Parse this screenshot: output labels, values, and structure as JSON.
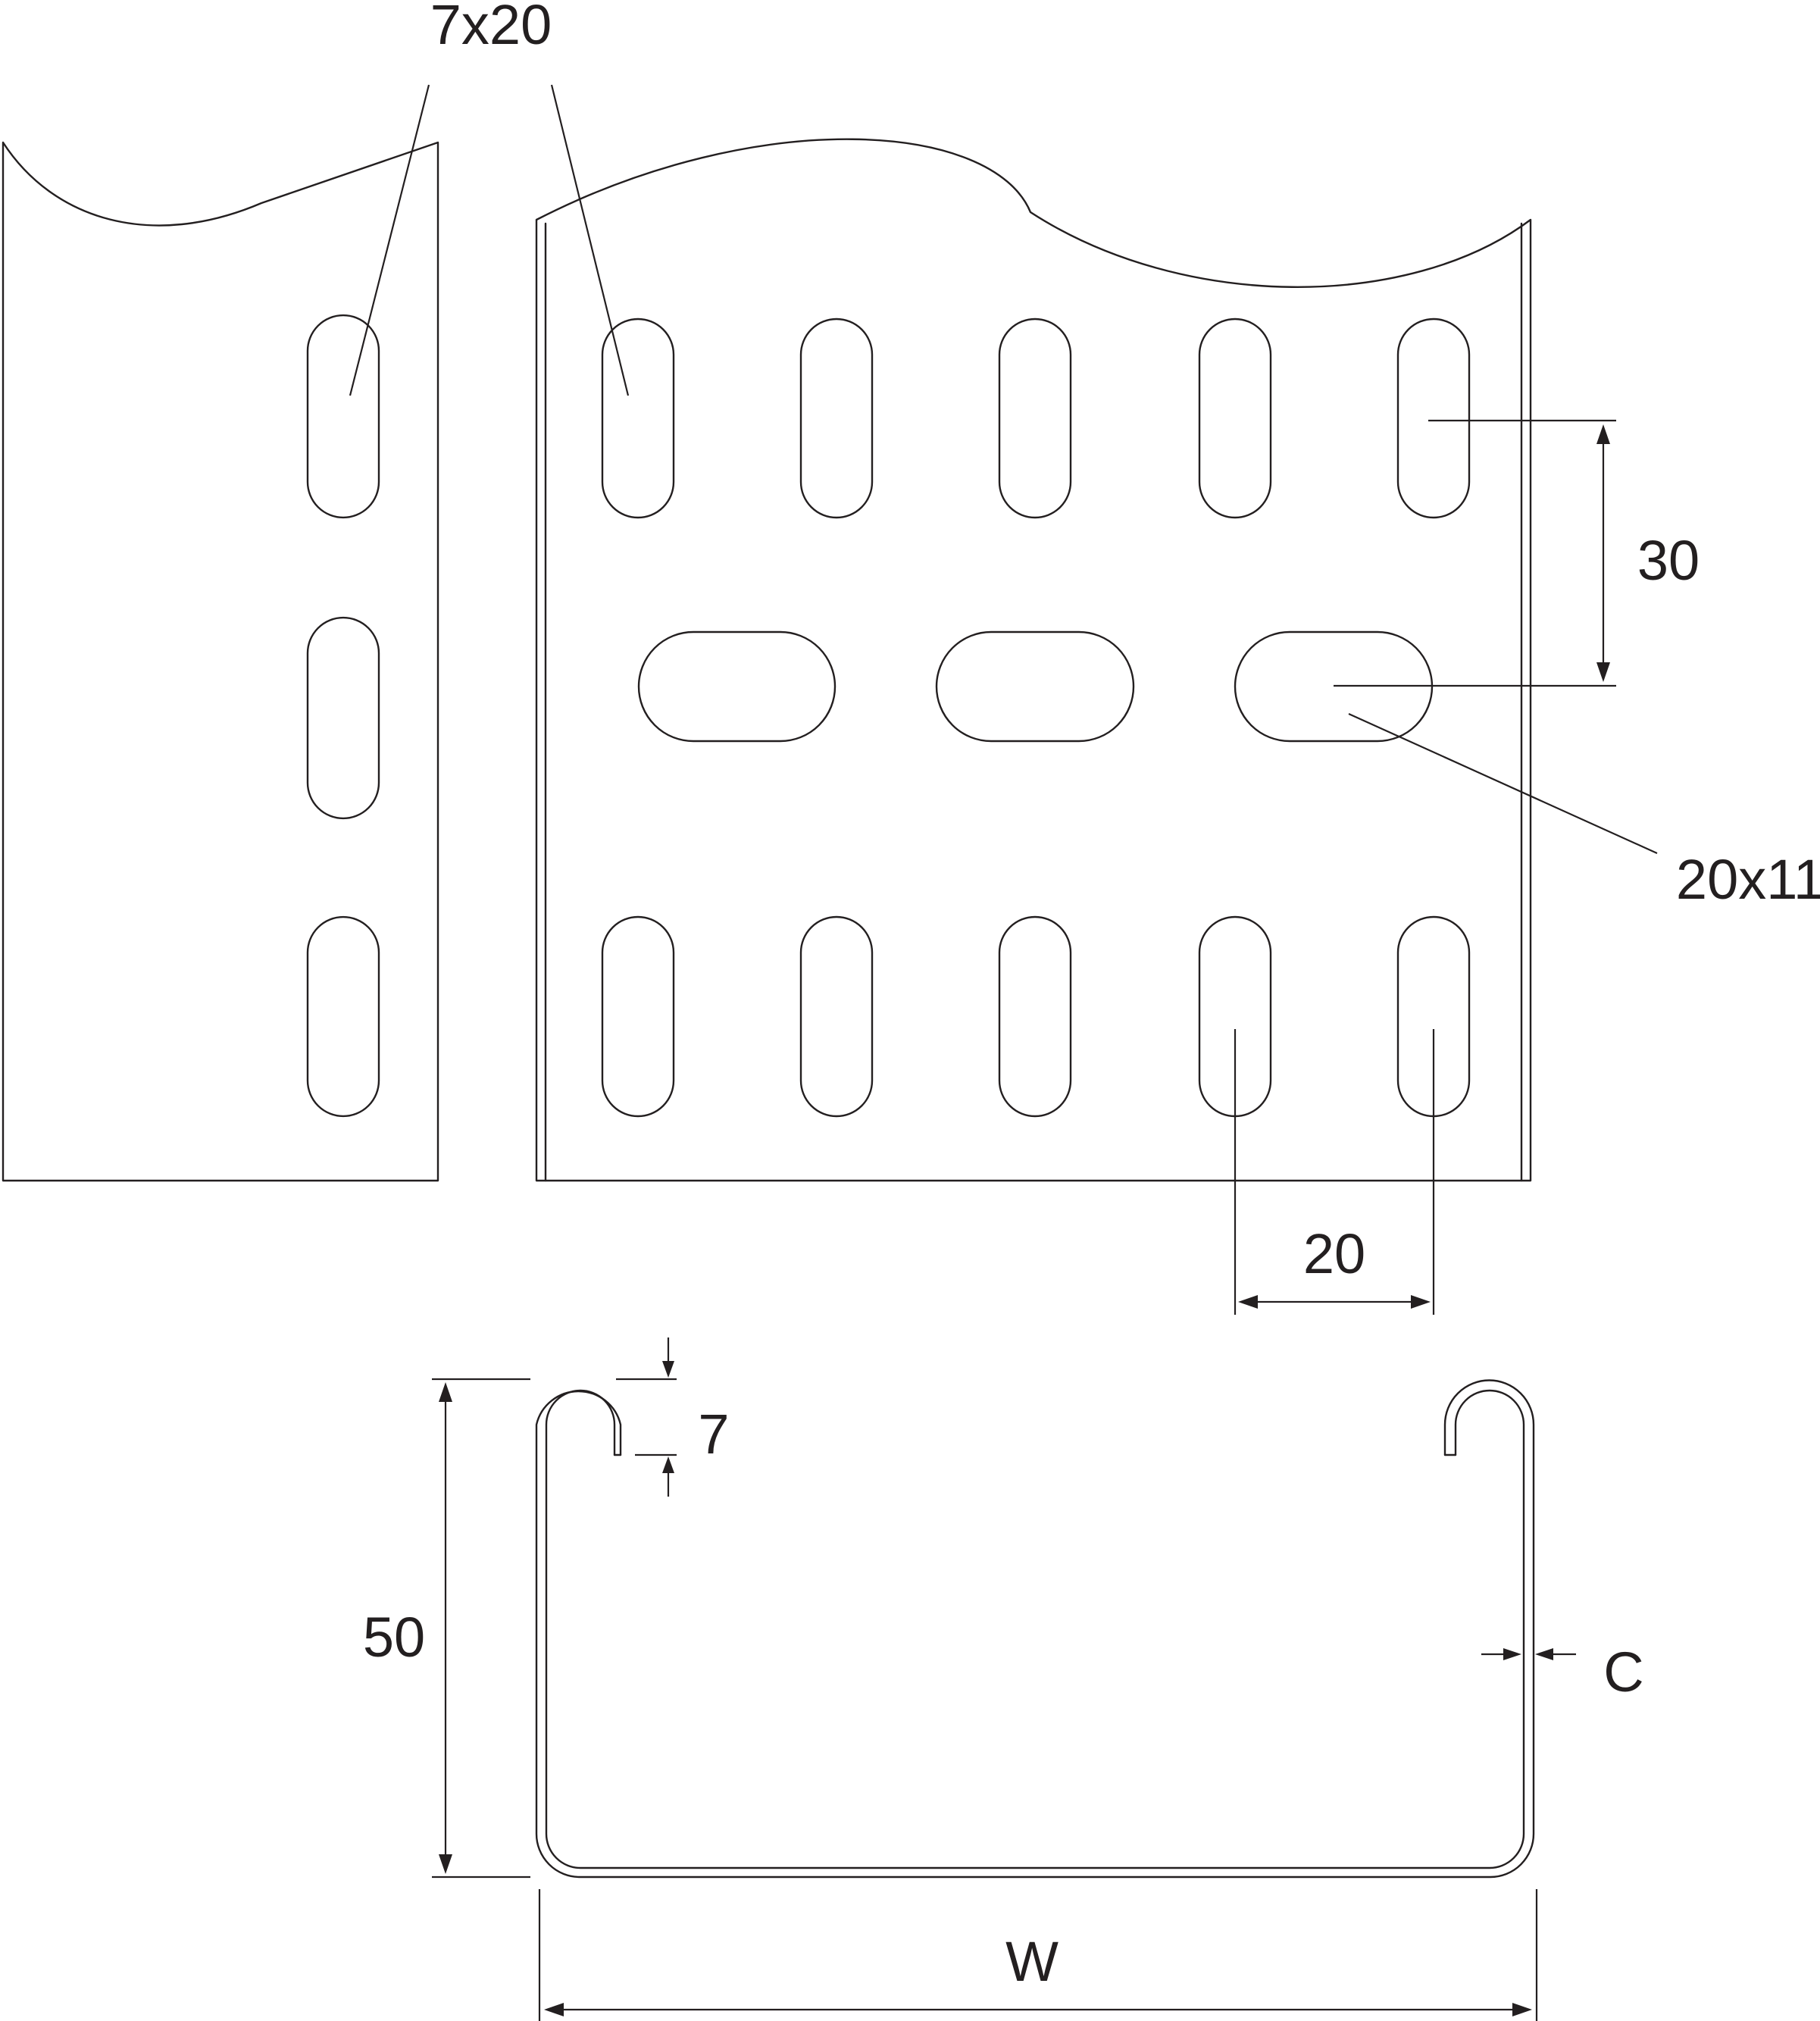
{
  "labels": {
    "slot_vertical": "7x20",
    "slot_horizontal": "20x11",
    "row_spacing": "30",
    "column_spacing": "20",
    "lip_height": "7",
    "side_height": "50",
    "thickness": "C",
    "width": "W"
  },
  "colors": {
    "line": "#231f20",
    "background": "#ffffff"
  }
}
